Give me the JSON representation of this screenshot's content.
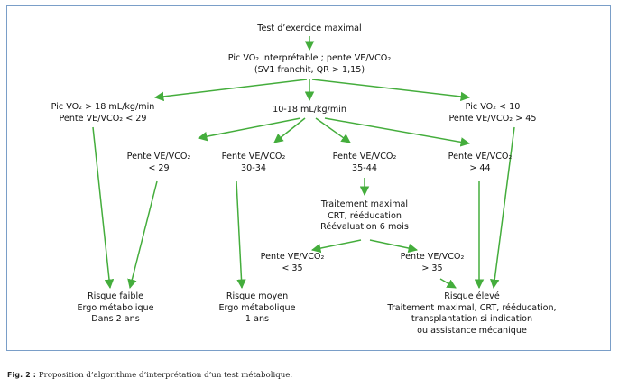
{
  "colors": {
    "arrow": "#44ad3c",
    "frame": "#7a9ec8",
    "text": "#111111"
  },
  "nodes": {
    "start": "Test d’exercice maximal",
    "interp": {
      "l1": "Pic VO₂ interprétable ; pente VE/VCO₂",
      "l2": "(SV1 franchit, QR > 1,15)"
    },
    "left_branch": {
      "l1": "Pic VO₂ > 18 mL/kg/min",
      "l2": "Pente VE/VCO₂ < 29"
    },
    "mid_branch": "10-18 mL/kg/min",
    "right_branch": {
      "l1": "Pic VO₂ < 10",
      "l2": "Pente VE/VCO₂ > 45"
    },
    "slope_lt29": {
      "l1": "Pente VE/VCO₂",
      "l2": "< 29"
    },
    "slope_30_34": {
      "l1": "Pente VE/VCO₂",
      "l2": "30-34"
    },
    "slope_35_44": {
      "l1": "Pente VE/VCO₂",
      "l2": "35-44"
    },
    "slope_gt44": {
      "l1": "Pente VE/VCO₂",
      "l2": "> 44"
    },
    "treatment": {
      "l1": "Traitement maximal",
      "l2": "CRT, rééducation",
      "l3": "Réévaluation 6 mois"
    },
    "reeval_lt35": {
      "l1": "Pente VE/VCO₂",
      "l2": "< 35"
    },
    "reeval_gt35": {
      "l1": "Pente VE/VCO₂",
      "l2": "> 35"
    },
    "low_risk": {
      "l1": "Risque faible",
      "l2": "Ergo métabolique",
      "l3": "Dans 2 ans"
    },
    "mid_risk": {
      "l1": "Risque moyen",
      "l2": "Ergo métabolique",
      "l3": "1 ans"
    },
    "high_risk": {
      "l1": "Risque élevé",
      "l2": "Traitement maximal, CRT, rééducation,",
      "l3": "transplantation si indication",
      "l4": "ou assistance mécanique"
    }
  },
  "caption": {
    "label": "Fig. 2 :",
    "text": " Proposition d’algorithme d’interprétation d’un test métabolique."
  }
}
